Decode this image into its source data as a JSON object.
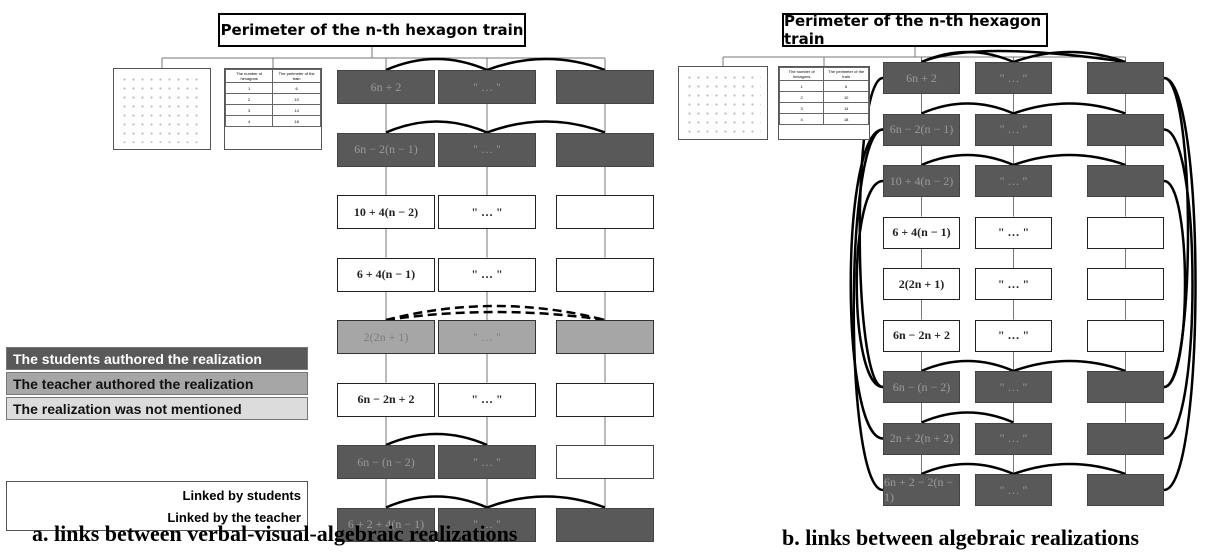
{
  "panel_a": {
    "title": "Perimeter of the n-th hexagon train",
    "caption": "a. links between verbal-visual-algebraic realizations",
    "rows": [
      {
        "expr": "6n + 2",
        "verbal": "\" … \"",
        "status": "student"
      },
      {
        "expr": "6n − 2(n − 1)",
        "verbal": "\" … \"",
        "status": "student"
      },
      {
        "expr": "10 + 4(n − 2)",
        "verbal": "\" … \"",
        "status": "none"
      },
      {
        "expr": "6 + 4(n − 1)",
        "verbal": "\" … \"",
        "status": "none"
      },
      {
        "expr": "2(2n + 1)",
        "verbal": "\" … \"",
        "status": "teacher"
      },
      {
        "expr": "6n − 2n + 2",
        "verbal": "\" … \"",
        "status": "none"
      },
      {
        "expr": "6n − (n − 2)",
        "verbal": "\" … \"",
        "status": "student"
      },
      {
        "expr": "6 + 2 + 4(n − 1)",
        "verbal": "\" … \"",
        "status": "student"
      }
    ]
  },
  "panel_b": {
    "title": "Perimeter of the n-th hexagon train",
    "caption": "b. links between algebraic realizations",
    "rows": [
      {
        "expr": "6n + 2",
        "verbal": "\" … \"",
        "status": "student"
      },
      {
        "expr": "6n − 2(n − 1)",
        "verbal": "\" … \"",
        "status": "student"
      },
      {
        "expr": "10 + 4(n − 2)",
        "verbal": "\" … \"",
        "status": "student"
      },
      {
        "expr": "6 + 4(n − 1)",
        "verbal": "\" … \"",
        "status": "none"
      },
      {
        "expr": "2(2n + 1)",
        "verbal": "\" … \"",
        "status": "none"
      },
      {
        "expr": "6n − 2n + 2",
        "verbal": "\" … \"",
        "status": "none"
      },
      {
        "expr": "6n − (n − 2)",
        "verbal": "\" … \"",
        "status": "student"
      },
      {
        "expr": "2n + 2(n + 2)",
        "verbal": "\" … \"",
        "status": "student"
      },
      {
        "expr": "6n + 2 − 2(n − 1)",
        "verbal": "\" … \"",
        "status": "student"
      }
    ]
  },
  "thumb_table": {
    "headers": [
      "The number of hexagons",
      "The perimeter of the train"
    ],
    "rows": [
      [
        "1",
        "6"
      ],
      [
        "2",
        "10"
      ],
      [
        "3",
        "14"
      ],
      [
        "4",
        "18"
      ]
    ]
  },
  "legend": {
    "student": "The students authored the realization",
    "teacher": "The teacher authored the realization",
    "none": "The realization was not mentioned",
    "linked_students": "Linked by students",
    "linked_teacher": "Linked by the teacher"
  },
  "colors": {
    "student": "#595959",
    "teacher": "#a6a6a6",
    "none": "#ffffff",
    "hexagon": "#ffef00"
  }
}
